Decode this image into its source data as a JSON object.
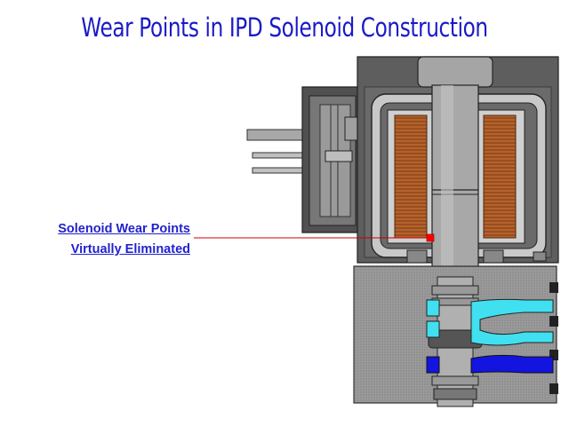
{
  "title": "Wear Points in IPD Solenoid Construction",
  "callout": {
    "line1": "Solenoid Wear Points",
    "line2": "Virtually Eliminated"
  },
  "colors": {
    "title": "#1a1ac8",
    "callout_text": "#2222cc",
    "leader_line": "#cc0000",
    "marker": "#ff0000",
    "body_gray": "#9a9a9a",
    "dark_gray": "#5a5a5a",
    "coil_copper": "#b06030",
    "light_cyan": "#40e0f0",
    "dark_blue": "#1010e0"
  }
}
